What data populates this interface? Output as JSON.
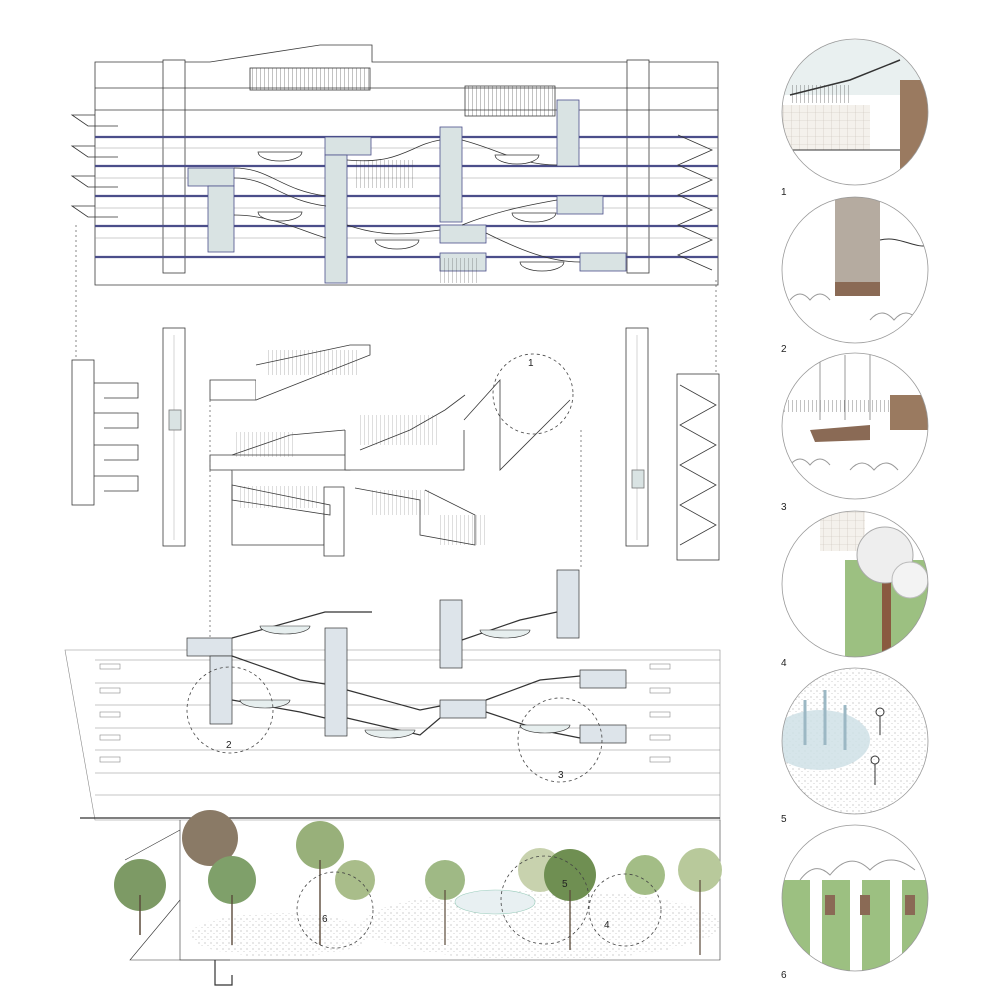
{
  "callouts": {
    "c1": "1",
    "c2": "2",
    "c3": "3",
    "c4": "4",
    "c5": "5",
    "c6": "6"
  },
  "details": [
    {
      "number": "1"
    },
    {
      "number": "2"
    },
    {
      "number": "3"
    },
    {
      "number": "4"
    },
    {
      "number": "5"
    },
    {
      "number": "6"
    }
  ],
  "colors": {
    "line": "#3a3a3a",
    "slab_accent": "#4b4e8a",
    "core_fill": "#d9e3e3",
    "tree_green": "#8ea86c",
    "tree_dark": "#6f8f52",
    "tree_brown": "#8a7a66",
    "grass": "#9cc081",
    "wood": "#8a6a55",
    "pale_blue": "#cfe0e6",
    "figure_blue": "#8b8fd0"
  }
}
